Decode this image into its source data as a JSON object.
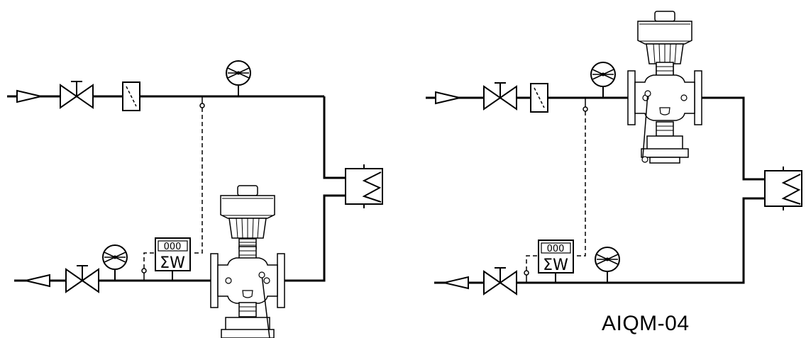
{
  "diagram": {
    "label": "AIQM-04",
    "meter": {
      "digits": "000",
      "symbols": "ΣW"
    }
  }
}
